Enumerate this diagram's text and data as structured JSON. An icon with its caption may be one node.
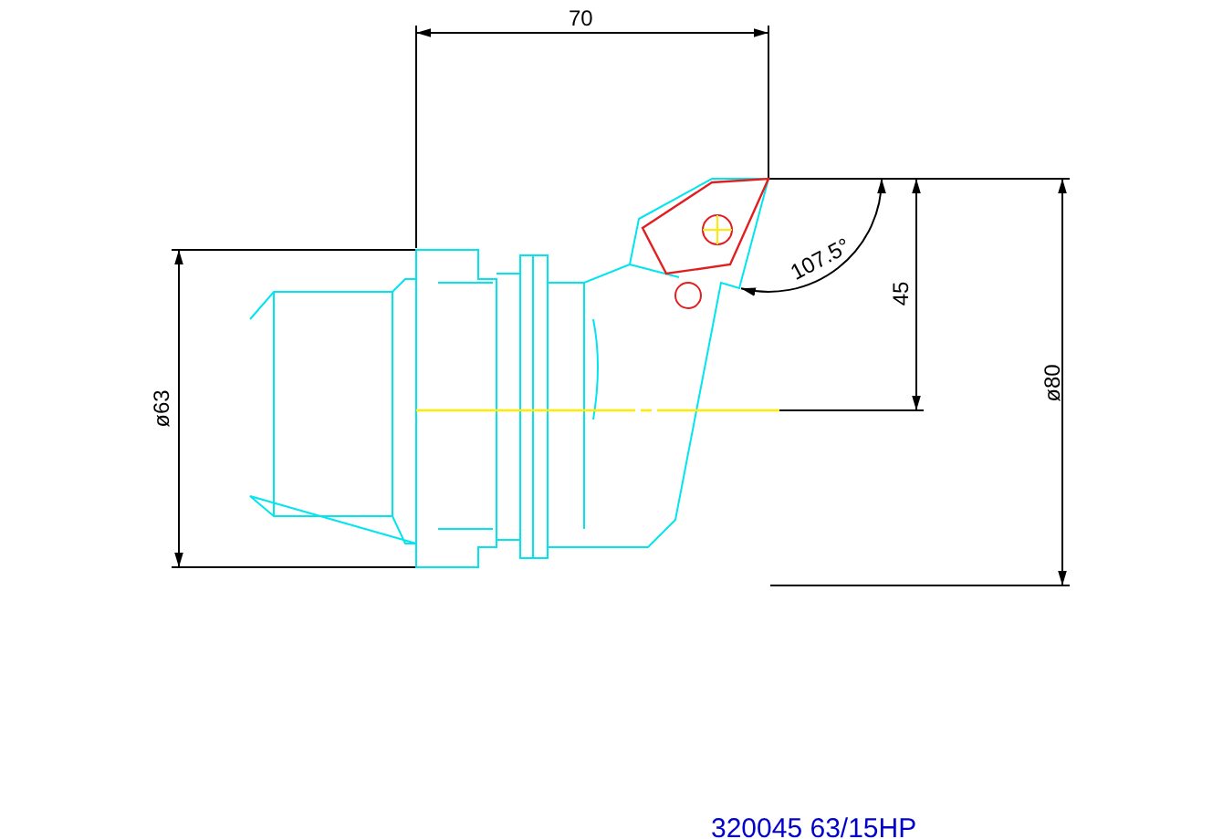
{
  "diagram": {
    "labels": [
      "70",
      "ø63",
      "45",
      "ø80",
      "107.5°",
      "320045 63/15HP"
    ]
  }
}
